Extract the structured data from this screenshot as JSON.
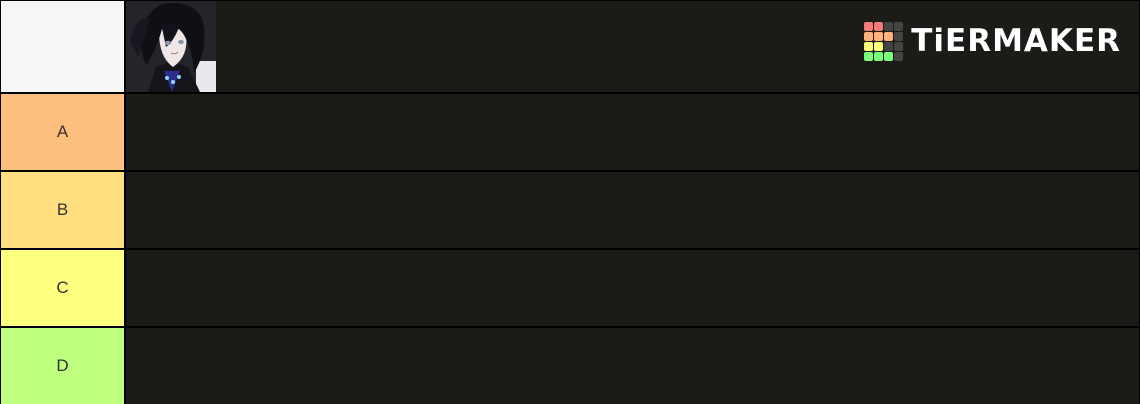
{
  "brand": {
    "name": "TiERMAKER",
    "logo_colors": [
      [
        "#f47a7a",
        "#f47a7a",
        "#444444",
        "#444444"
      ],
      [
        "#ffb27a",
        "#ffb27a",
        "#ffb27a",
        "#444444"
      ],
      [
        "#ffff7a",
        "#ffff7a",
        "#444444",
        "#444444"
      ],
      [
        "#7aff7a",
        "#7aff7a",
        "#7aff7a",
        "#444444"
      ]
    ]
  },
  "character": {
    "name": "character-portrait"
  },
  "tiers": [
    {
      "label": "",
      "color": "#f6f6f6"
    },
    {
      "label": "A",
      "color": "#ffbf7f"
    },
    {
      "label": "B",
      "color": "#ffdf7f"
    },
    {
      "label": "C",
      "color": "#ffff7f"
    },
    {
      "label": "D",
      "color": "#bfff7f"
    }
  ]
}
